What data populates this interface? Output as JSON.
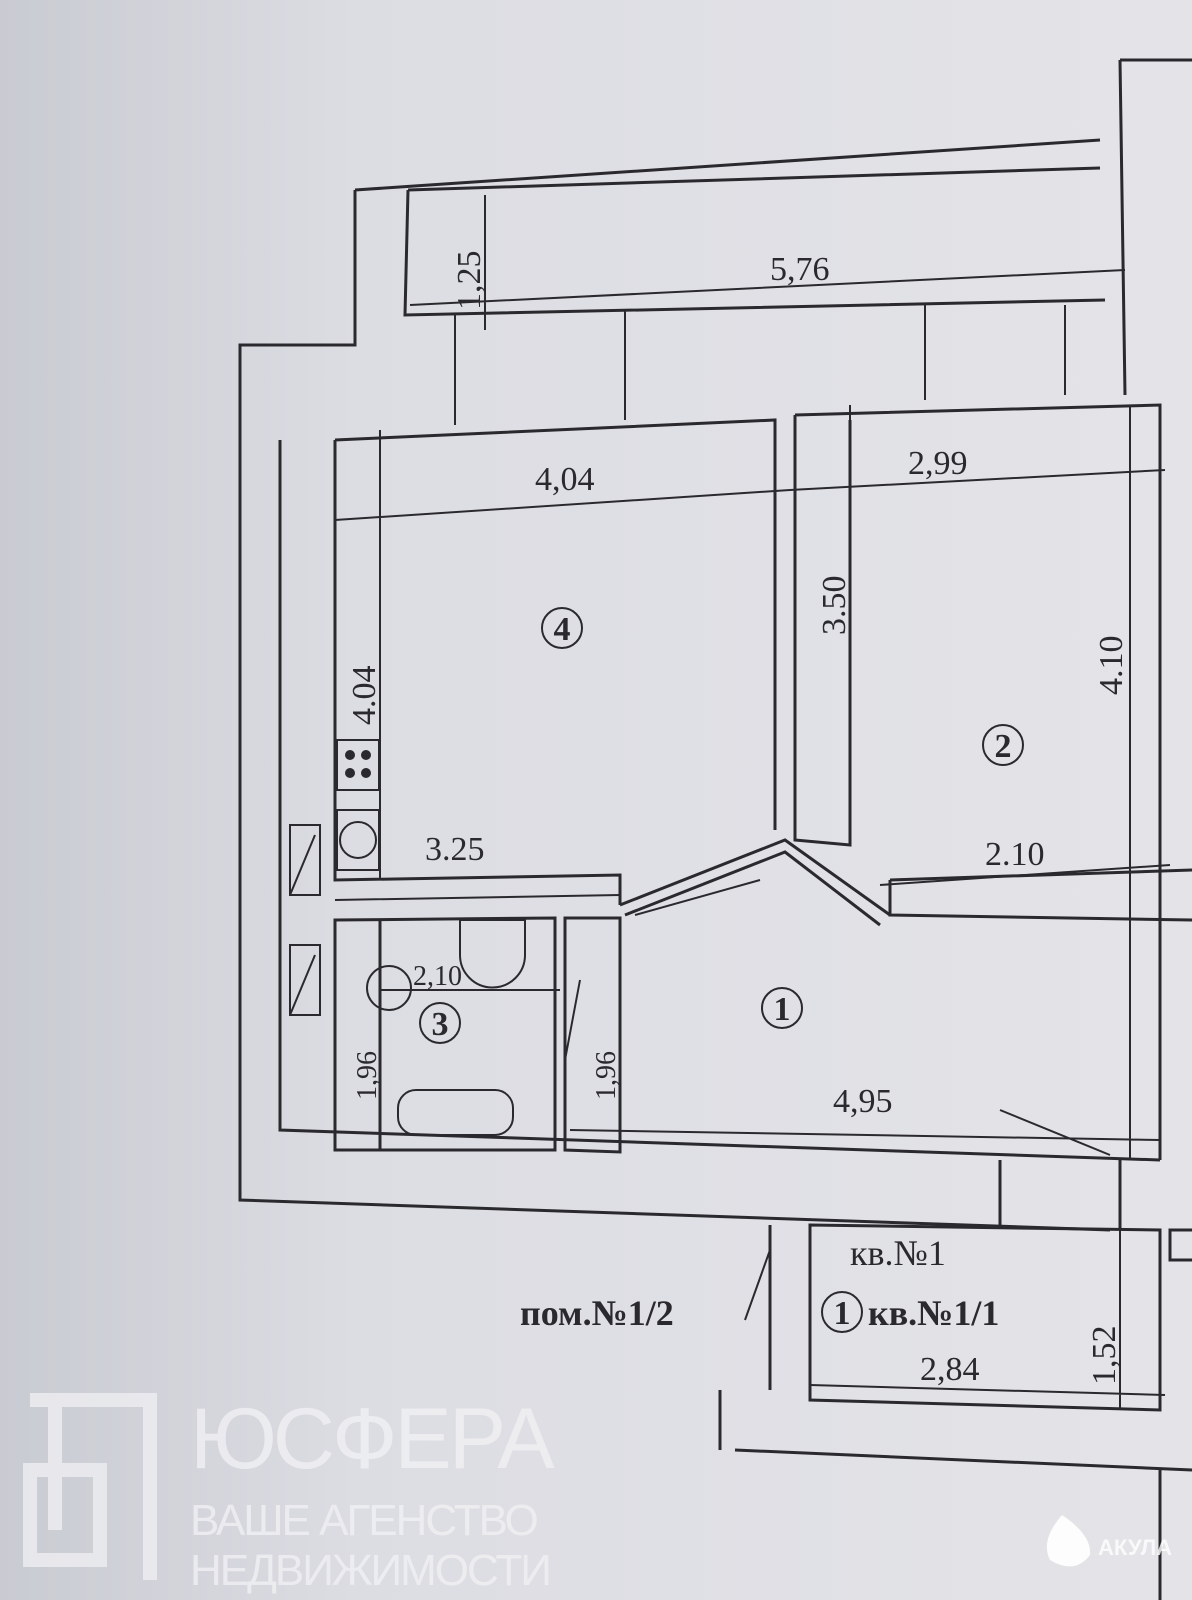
{
  "plan": {
    "dimensions": {
      "balcony_depth": "1,25",
      "balcony_length": "5,76",
      "room4_width": "4,04",
      "room2_width": "2,99",
      "room2_inner": "3.50",
      "room2_length": "4.10",
      "room4_length": "4.04",
      "corridor_length": "3.25",
      "room2_bottom": "2.10",
      "bath_width": "2,10",
      "bath_length": "1,96",
      "hall_left": "1,96",
      "room1_width": "4,95",
      "storage_width": "2,84",
      "storage_length": "1,52"
    },
    "rooms": {
      "r1": "1",
      "r2": "2",
      "r3": "3",
      "r4": "4",
      "storage": "1"
    },
    "labels": {
      "apartment": "кв.№1",
      "storage_apartment": "кв.№1/1",
      "premise": "пом.№1/2"
    }
  },
  "watermark": {
    "brand": "ЮСФЕРА",
    "tagline1": "ВАШЕ АГЕНСТВО",
    "tagline2": "НЕДВИЖИМОСТИ",
    "corner_brand": "АКУЛА"
  }
}
